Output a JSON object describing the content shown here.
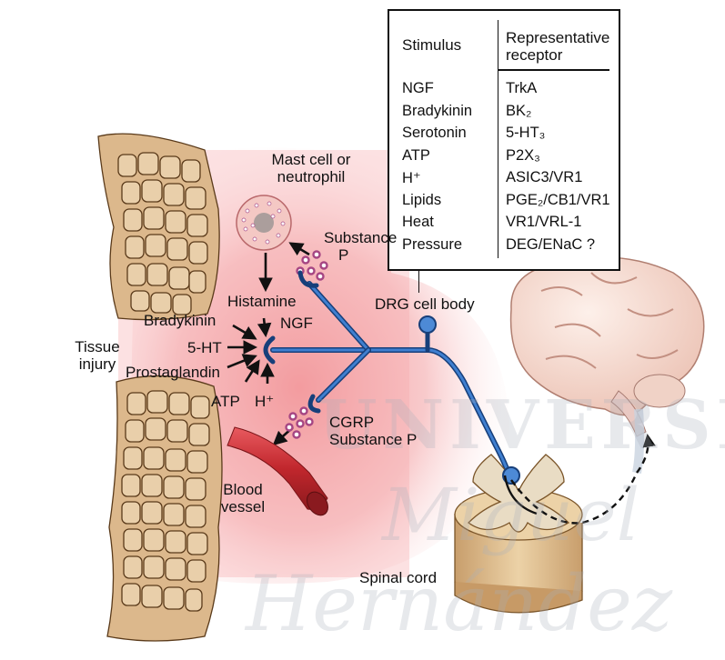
{
  "labels": {
    "mast_cell": [
      "Mast cell or",
      "neutrophil"
    ],
    "substance_p_top": [
      "Substance",
      "P"
    ],
    "histamine": "Histamine",
    "ngf": "NGF",
    "bradykinin": "Bradykinin",
    "five_ht": "5-HT",
    "prostaglandin": "Prostaglandin",
    "atp": "ATP",
    "h_plus": "H⁺",
    "tissue_injury": [
      "Tissue",
      "injury"
    ],
    "cgrp": "CGRP",
    "substance_p_bottom": "Substance P",
    "blood_vessel": [
      "Blood",
      "vessel"
    ],
    "drg_cell_body": "DRG cell body",
    "spinal_cord": "Spinal cord"
  },
  "table": {
    "header_stimulus": "Stimulus",
    "header_receptor": [
      "Representative",
      "receptor"
    ],
    "rows": [
      {
        "stimulus": "NGF",
        "receptor": "TrkA"
      },
      {
        "stimulus": "Bradykinin",
        "receptor": "BK₂"
      },
      {
        "stimulus": "Serotonin",
        "receptor": "5-HT₃"
      },
      {
        "stimulus": "ATP",
        "receptor": "P2X₃"
      },
      {
        "stimulus": "H⁺",
        "receptor": "ASIC3/VR1"
      },
      {
        "stimulus": "Lipids",
        "receptor": "PGE₂/CB1/VR1"
      },
      {
        "stimulus": "Heat",
        "receptor": "VR1/VRL-1"
      },
      {
        "stimulus": "Pressure",
        "receptor": "DEG/ENaC ?"
      }
    ]
  },
  "watermark": [
    "UNIVERSITAS",
    "Miguel",
    "Hernández"
  ],
  "colors": {
    "background_glow": "#f4b3b5",
    "nerve": "#2a63b0",
    "tissue": "#d8b48a",
    "vesicle": "#a64683",
    "vessel": "#c1272d",
    "brain": "#f5dcd2",
    "spinal_cord": "#e3c49a"
  }
}
